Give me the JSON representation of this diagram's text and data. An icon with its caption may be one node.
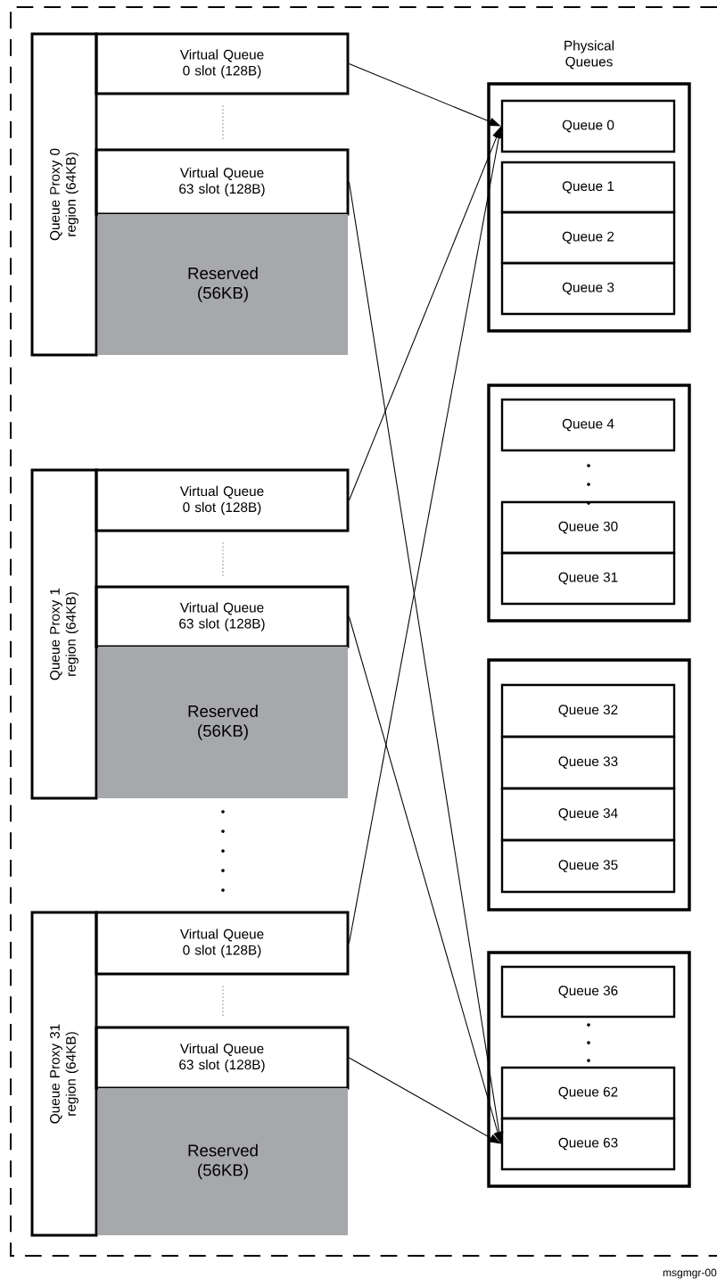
{
  "diagram": {
    "nodes": [
      {
        "text": [
          "Queue Proxy 0 region (64KB)"
        ]
      },
      {
        "text": [
          "Virtual Queue 0 slot (128B)"
        ]
      },
      {
        "text": [
          "Virtual Queue 63 slot (128B)"
        ]
      },
      {
        "text": [
          "Reserved (56KB)"
        ]
      },
      {
        "text": [
          "Queue Proxy 1 region (64KB)"
        ]
      },
      {
        "text": [
          "Virtual Queue 0 slot (128B)"
        ]
      },
      {
        "text": [
          "Virtual Queue 63 slot (128B)"
        ]
      },
      {
        "text": [
          "Reserved (56KB)"
        ]
      },
      {
        "text": [
          "Queue Proxy 31 region (64KB)"
        ]
      },
      {
        "text": [
          "Virtual Queue 0 slot (128B)"
        ]
      },
      {
        "text": [
          "Virtual Queue 63 slot (128B)"
        ]
      },
      {
        "text": [
          "Reserved (56KB)"
        ]
      },
      {
        "text": [
          "Physical Queues"
        ]
      },
      {
        "text": [
          "Queue 0"
        ],
        "in": 12
      },
      {
        "text": [
          "Queue 1"
        ],
        "in": 12
      },
      {
        "text": [
          "Queue 2"
        ],
        "in": 12
      },
      {
        "text": [
          "Queue 3"
        ],
        "in": 12
      },
      {
        "text": [],
        "shape": "box"
      },
      {
        "text": [
          "Queue 4"
        ],
        "in": 17
      },
      {
        "text": [
          "Queue 30"
        ],
        "in": 17
      },
      {
        "text": [
          "Queue 31"
        ],
        "in": 17
      },
      {
        "text": [],
        "shape": "box"
      },
      {
        "text": [
          "Queue 32"
        ],
        "in": 21
      },
      {
        "text": [
          "Queue 33"
        ],
        "in": 21
      },
      {
        "text": [
          "Queue 34"
        ],
        "in": 21
      },
      {
        "text": [
          "Queue 35"
        ],
        "in": 21
      },
      {
        "text": [],
        "shape": "box"
      },
      {
        "text": [
          "Queue 36"
        ],
        "in": 26
      },
      {
        "text": [
          "Queue 62"
        ],
        "in": 26
      },
      {
        "text": [
          "Queue 63"
        ],
        "in": 26
      }
    ],
    "edges": [
      {
        "from": 1,
        "to": 13,
        "arrow": "to"
      },
      {
        "from": 2,
        "to": 29,
        "arrow": "to"
      },
      {
        "from": 5,
        "to": 13,
        "arrow": "to"
      },
      {
        "from": 6,
        "to": 29,
        "arrow": "to"
      },
      {
        "from": 9,
        "to": 13,
        "arrow": "to"
      },
      {
        "from": 10,
        "to": 29,
        "arrow": "to"
      }
    ],
    "labels": [
      "msgmgr-00"
    ]
  }
}
